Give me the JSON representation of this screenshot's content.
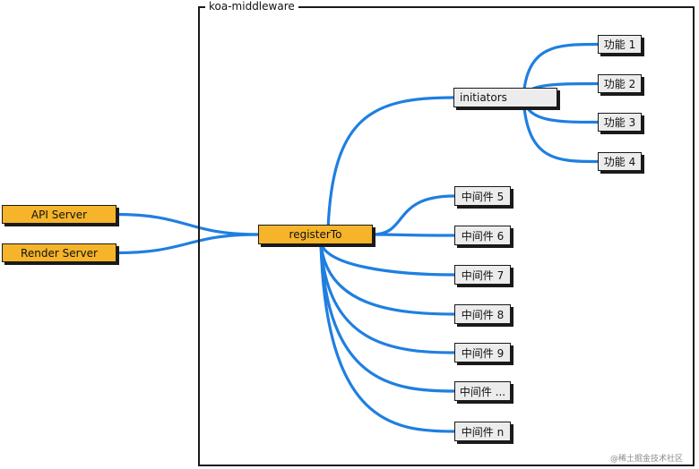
{
  "frame": {
    "title": "koa-middleware"
  },
  "sources": [
    {
      "id": "api",
      "label": "API Server"
    },
    {
      "id": "render",
      "label": "Render Server"
    }
  ],
  "hub": {
    "label": "registerTo"
  },
  "initiators": {
    "label": "initiators"
  },
  "features": [
    {
      "label": "功能 1"
    },
    {
      "label": "功能 2"
    },
    {
      "label": "功能 3"
    },
    {
      "label": "功能 4"
    }
  ],
  "middlewares": [
    {
      "label": "中间件 5"
    },
    {
      "label": "中间件 6"
    },
    {
      "label": "中间件 7"
    },
    {
      "label": "中间件 8"
    },
    {
      "label": "中间件 9"
    },
    {
      "label": "中间件 ..."
    },
    {
      "label": "中间件 n"
    }
  ],
  "watermark": "@稀土掘金技术社区",
  "colors": {
    "link": "#1f7fe0",
    "box_orange": "#f5b42a",
    "box_gray": "#ececec",
    "border": "#1a1a1a"
  }
}
